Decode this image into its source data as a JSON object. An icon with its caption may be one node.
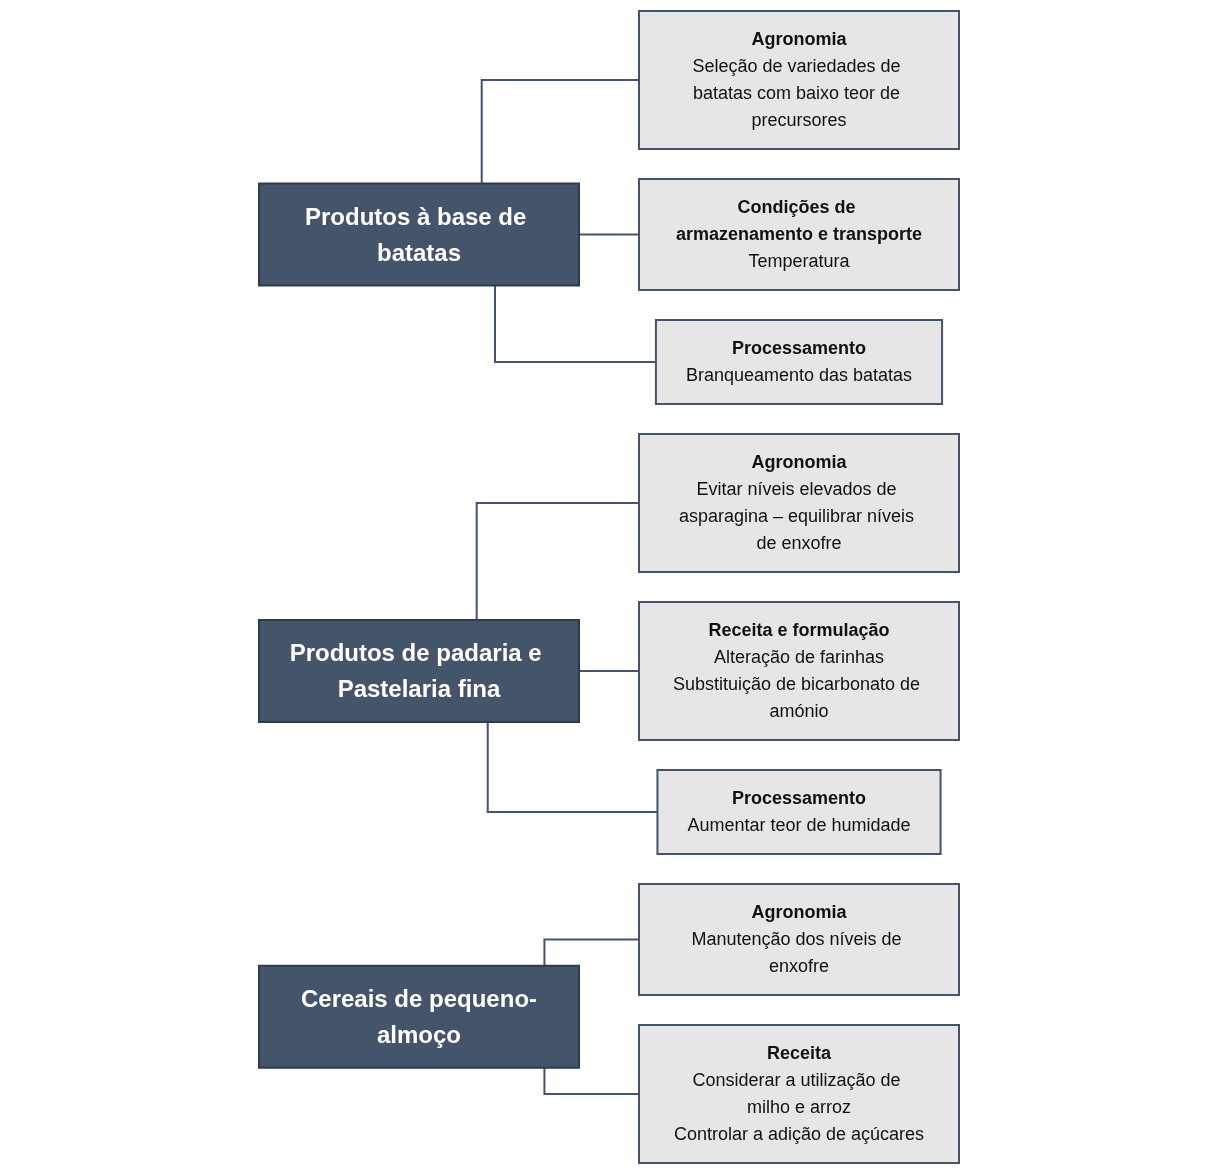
{
  "diagram": {
    "nodes": [
      {
        "text": [
          "Produtos à base de batatas"
        ]
      },
      {
        "text": [
          "Agronomia",
          "Seleção de variedades de batatas com baixo teor de precursores"
        ]
      },
      {
        "text": [
          "Condições de armazenamento e transporte",
          "Temperatura"
        ]
      },
      {
        "text": [
          "Processamento",
          "Branqueamento das batatas"
        ]
      },
      {
        "text": [
          "Produtos de padaria e Pastelaria fina"
        ]
      },
      {
        "text": [
          "Agronomia",
          "Evitar níveis elevados de asparagina – equilibrar níveis de enxofre"
        ]
      },
      {
        "text": [
          "Receita e formulação",
          "Alteração de farinhas",
          "Substituição de bicarbonato de amónio"
        ]
      },
      {
        "text": [
          "Processamento",
          "Aumentar teor de humidade"
        ]
      },
      {
        "text": [
          "Cereais de pequeno-almoço"
        ]
      },
      {
        "text": [
          "Agronomia",
          "Manutenção dos níveis de enxofre"
        ]
      },
      {
        "text": [
          "Receita",
          "Considerar a utilização de milho e arroz",
          "Controlar a adição de açúcares"
        ]
      }
    ],
    "edges": [
      {
        "from": 0,
        "to": 1,
        "arrow": "none"
      },
      {
        "from": 0,
        "to": 2,
        "arrow": "none"
      },
      {
        "from": 0,
        "to": 3,
        "arrow": "none"
      },
      {
        "from": 4,
        "to": 5,
        "arrow": "none"
      },
      {
        "from": 4,
        "to": 6,
        "arrow": "none"
      },
      {
        "from": 4,
        "to": 7,
        "arrow": "none"
      },
      {
        "from": 8,
        "to": 9,
        "arrow": "none"
      },
      {
        "from": 8,
        "to": 10,
        "arrow": "none"
      }
    ]
  }
}
